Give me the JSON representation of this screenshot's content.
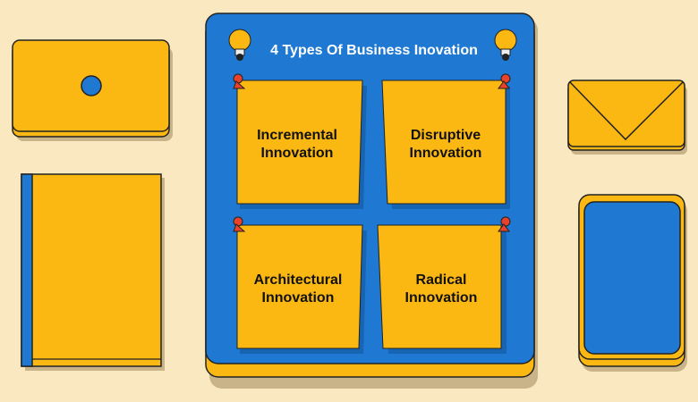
{
  "board": {
    "title": "4 Types Of Business Inovation",
    "notes": [
      {
        "line1": "Incremental",
        "line2": "Innovation"
      },
      {
        "line1": "Disruptive",
        "line2": "Innovation"
      },
      {
        "line1": "Architectural",
        "line2": "Innovation"
      },
      {
        "line1": "Radical",
        "line2": "Innovation"
      }
    ]
  },
  "colors": {
    "background": "#f9e8c0",
    "yellow": "#fbb813",
    "blue": "#1f78d1",
    "pin": "#e8432a"
  },
  "icons": [
    "lightbulb-icon",
    "pushpin-icon",
    "envelope-icon",
    "tablet-icon",
    "book-icon",
    "phone-icon"
  ]
}
